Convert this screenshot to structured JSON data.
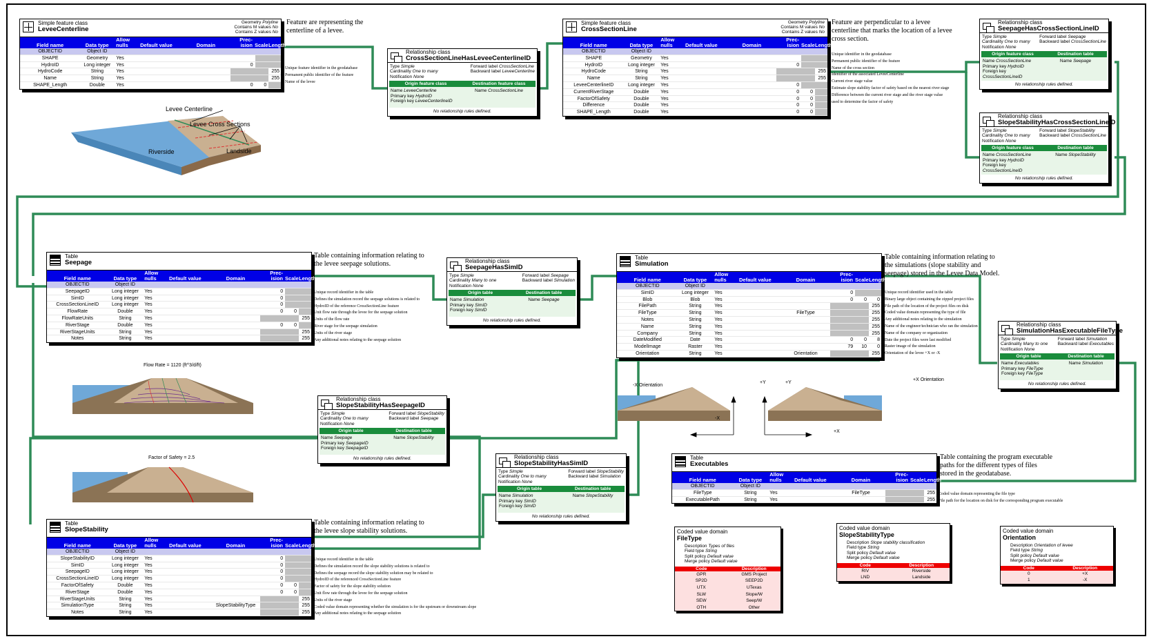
{
  "labels": {
    "simple_feature_class": "Simple feature class",
    "table": "Table",
    "relationship_class": "Relationship class",
    "coded_value_domain": "Coded value domain",
    "geometry": "Geometry",
    "contains_m": "Contains M values",
    "contains_z": "Contains Z values",
    "no": "No",
    "polyline": "Polyline",
    "col_field_name": "Field name",
    "col_data_type": "Data type",
    "col_allow_nulls": "Allow nulls",
    "col_default": "Default value",
    "col_domain": "Domain",
    "col_precision": "Prec-ision",
    "col_scale": "Scale",
    "col_length": "Length",
    "type": "Type",
    "cardinality": "Cardinality",
    "notification": "Notification",
    "forward_label": "Forward label",
    "backward_label": "Backward label",
    "origin_feature_class": "Origin feature class",
    "destination_feature_class": "Destination feature class",
    "origin_table": "Origin table",
    "destination_table": "Destination table",
    "no_rules": "No relationship rules defined.",
    "name": "Name",
    "primary_key": "Primary key",
    "foreign_key": "Foreign key",
    "description": "Description",
    "field_type": "Field type",
    "split_policy": "Split policy",
    "merge_policy": "Merge policy",
    "code": "Code",
    "desc": "Description"
  },
  "levee_centerline": {
    "name": "LeveeCenterline",
    "note": "Feature are representing the centerline of a levee.",
    "rows": [
      [
        "OBJECTID",
        "Object ID",
        "",
        "",
        "",
        "",
        "",
        ""
      ],
      [
        "SHAPE",
        "Geometry",
        "Yes",
        "",
        "",
        "",
        "",
        ""
      ],
      [
        "HydroID",
        "Long integer",
        "Yes",
        "",
        "",
        "0",
        "",
        ""
      ],
      [
        "HydroCode",
        "String",
        "Yes",
        "",
        "",
        "",
        "",
        "255"
      ],
      [
        "Name",
        "String",
        "Yes",
        "",
        "",
        "",
        "",
        "255"
      ],
      [
        "SHAPE_Length",
        "Double",
        "Yes",
        "",
        "",
        "0",
        "0",
        ""
      ]
    ],
    "desc": [
      "",
      "",
      "Unique feature identifier in the geodatabase",
      "Permanent public identifier of the feature",
      "Name of the levee",
      ""
    ]
  },
  "cross_section_line": {
    "name": "CrossSectionLine",
    "note": "Feature are perpendicular to a levee centerline that marks the location of a levee cross section.",
    "rows": [
      [
        "OBJECTID",
        "Object ID",
        "",
        "",
        "",
        "",
        "",
        ""
      ],
      [
        "SHAPE",
        "Geometry",
        "Yes",
        "",
        "",
        "",
        "",
        ""
      ],
      [
        "HydroID",
        "Long integer",
        "Yes",
        "",
        "",
        "0",
        "",
        ""
      ],
      [
        "HydroCode",
        "String",
        "Yes",
        "",
        "",
        "",
        "",
        "255"
      ],
      [
        "Name",
        "String",
        "Yes",
        "",
        "",
        "",
        "",
        "255"
      ],
      [
        "LeveeCenterlineID",
        "Long integer",
        "Yes",
        "",
        "",
        "0",
        "",
        ""
      ],
      [
        "CurrentRiverStage",
        "Double",
        "Yes",
        "",
        "",
        "0",
        "0",
        ""
      ],
      [
        "FactorOfSafety",
        "Double",
        "Yes",
        "",
        "",
        "0",
        "0",
        ""
      ],
      [
        "Difference",
        "Double",
        "Yes",
        "",
        "",
        "0",
        "0",
        ""
      ],
      [
        "SHAPE_Length",
        "Double",
        "Yes",
        "",
        "",
        "0",
        "0",
        ""
      ]
    ],
    "desc": [
      "",
      "",
      "Unique identifier in the geodatabase",
      "Permanent public identifier of the feature",
      "Name of the cross section",
      "Identifier of the associated LeveeCenterline",
      "Current river stage value",
      "Estimate slope stability factor of safety based on the nearest river stage",
      "Difference between the current river stage and the river stage value",
      "used to determine the factor of safety"
    ]
  },
  "seepage": {
    "name": "Seepage",
    "note": "Table containing information relating to the levee seepage solutions.",
    "rows": [
      [
        "OBJECTID",
        "Object ID",
        "",
        "",
        "",
        "",
        "",
        ""
      ],
      [
        "SeepageID",
        "Long integer",
        "Yes",
        "",
        "",
        "0",
        "",
        ""
      ],
      [
        "SimID",
        "Long integer",
        "Yes",
        "",
        "",
        "0",
        "",
        ""
      ],
      [
        "CrossSectionLineID",
        "Long integer",
        "Yes",
        "",
        "",
        "0",
        "",
        ""
      ],
      [
        "FlowRate",
        "Double",
        "Yes",
        "",
        "",
        "0",
        "0",
        ""
      ],
      [
        "FlowRateUnits",
        "String",
        "Yes",
        "",
        "",
        "",
        "",
        "255"
      ],
      [
        "RiverStage",
        "Double",
        "Yes",
        "",
        "",
        "0",
        "0",
        ""
      ],
      [
        "RiverStageUnits",
        "String",
        "Yes",
        "",
        "",
        "",
        "",
        "255"
      ],
      [
        "Notes",
        "String",
        "Yes",
        "",
        "",
        "",
        "",
        "255"
      ]
    ],
    "desc": [
      "",
      "Unique record identifier in the table",
      "Defines the simulation record the seepage solutions is related to",
      "HydroID of the reference CrossSectionLine feature",
      "Unit flow rate through the levee for the seepage solution",
      "Units of the flow rate",
      "River stage for the seepage simulation",
      "Units of the river stage",
      "Any additional notes relating to the seepage solution"
    ]
  },
  "simulation": {
    "name": "Simulation",
    "note": "Table containing information relating to the simulations (slope stability and seepage) stored in the Levee Data Model.",
    "rows": [
      [
        "OBJECTID",
        "Object ID",
        "",
        "",
        "",
        "",
        "",
        ""
      ],
      [
        "SimID",
        "Long integer",
        "Yes",
        "",
        "",
        "0",
        "",
        ""
      ],
      [
        "Blob",
        "Blob",
        "Yes",
        "",
        "",
        "0",
        "0",
        "0"
      ],
      [
        "FilePath",
        "String",
        "Yes",
        "",
        "",
        "",
        "",
        "255"
      ],
      [
        "FileType",
        "String",
        "Yes",
        "",
        "FileType",
        "",
        "",
        "255"
      ],
      [
        "Notes",
        "String",
        "Yes",
        "",
        "",
        "",
        "",
        "255"
      ],
      [
        "Name",
        "String",
        "Yes",
        "",
        "",
        "",
        "",
        "255"
      ],
      [
        "Company",
        "String",
        "Yes",
        "",
        "",
        "",
        "",
        "255"
      ],
      [
        "DateModified",
        "Date",
        "Yes",
        "",
        "",
        "0",
        "0",
        "8"
      ],
      [
        "ModelImage",
        "Raster",
        "Yes",
        "",
        "",
        "79",
        "10",
        "0"
      ],
      [
        "Orientation",
        "String",
        "Yes",
        "",
        "Orientation",
        "",
        "",
        "255"
      ]
    ],
    "desc": [
      "",
      "Unique record identifier used in the table",
      "Binary large object containing the zipped project files",
      "File path of the location of the project files on disk",
      "Coded value domain representing the type of file",
      "Any additional notes relating to the simulation",
      "Name of the engineer/technician who ran the simulation",
      "Name of the company or organization",
      "Date the project files were last modified",
      "Raster image of the simulation",
      "Orientation of the levee +X or -X"
    ]
  },
  "slope_stability": {
    "name": "SlopeStability",
    "note": "Table containing information relating to the levee slope stability solutions.",
    "rows": [
      [
        "OBJECTID",
        "Object ID",
        "",
        "",
        "",
        "",
        "",
        ""
      ],
      [
        "SlopeStabilityID",
        "Long integer",
        "Yes",
        "",
        "",
        "0",
        "",
        ""
      ],
      [
        "SimID",
        "Long integer",
        "Yes",
        "",
        "",
        "0",
        "",
        ""
      ],
      [
        "SeepageID",
        "Long integer",
        "Yes",
        "",
        "",
        "0",
        "",
        ""
      ],
      [
        "CrossSectionLineID",
        "Long integer",
        "Yes",
        "",
        "",
        "0",
        "",
        ""
      ],
      [
        "FactorOfSafety",
        "Double",
        "Yes",
        "",
        "",
        "0",
        "0",
        ""
      ],
      [
        "RiverStage",
        "Double",
        "Yes",
        "",
        "",
        "0",
        "0",
        ""
      ],
      [
        "RiverStageUnits",
        "String",
        "Yes",
        "",
        "",
        "",
        "",
        "255"
      ],
      [
        "SimulationType",
        "String",
        "Yes",
        "",
        "SlopeStabilityType",
        "",
        "",
        "255"
      ],
      [
        "Notes",
        "String",
        "Yes",
        "",
        "",
        "",
        "",
        "255"
      ]
    ],
    "desc": [
      "",
      "Unique record identifier in the table",
      "Defines the simulation record the slope stability solutions is related to",
      "Defines the seepage record the slope stability solution may be related to",
      "HydroID of the referenced CrossSectionLine feature",
      "Factor of safety for the slope stability solution",
      "Unit flow rate through the levee for the seepage solution",
      "Units of the river stage",
      "Coded value domain representing whether the simulation is for the upstream or downstream slope",
      "Any additional notes relating to the seepage solution"
    ]
  },
  "executables": {
    "name": "Executables",
    "note": "Table containing the program executable paths for the different types of files stored in the geodatabase.",
    "rows": [
      [
        "OBJECTID",
        "Object ID",
        "",
        "",
        "",
        "",
        "",
        ""
      ],
      [
        "FileType",
        "String",
        "Yes",
        "",
        "FileType",
        "",
        "",
        "255"
      ],
      [
        "ExecutablePath",
        "String",
        "Yes",
        "",
        "",
        "",
        "",
        "255"
      ]
    ],
    "desc": [
      "",
      "Coded value domain representing the file type",
      "File path for the location on disk for the corresponding program executable"
    ]
  },
  "rel1": {
    "name": "CrossSectionLineHasLeveeCenterlineID",
    "type": "Simple",
    "card": "One to many",
    "notif": "None",
    "fwd": "CrossSectionLine",
    "bwd": "LeveeCenterline",
    "o_name": "LeveeCenterline",
    "o_pk": "HydroID",
    "o_fk": "LeveeCenterlineID",
    "d_name": "CrossSectionLine"
  },
  "rel2": {
    "name": "SeepageHasCrossSectionLineID",
    "type": "Simple",
    "card": "One to many",
    "notif": "None",
    "fwd": "Seepage",
    "bwd": "CrossSectionLine",
    "o_name": "CrossSectionLine",
    "o_pk": "HydroID",
    "o_fk": "CrossSectionLineID",
    "d_name": "Seepage"
  },
  "rel3": {
    "name": "SlopeStabilityHasCrossSectionLineID",
    "type": "Simple",
    "card": "One to many",
    "notif": "None",
    "fwd": "SlopeStability",
    "bwd": "CrossSectionLine",
    "o_name": "CrossSectionLine",
    "o_pk": "HydroID",
    "o_fk": "CrossSectionLineID",
    "d_name": "SlopeStability"
  },
  "rel4": {
    "name": "SeepageHasSimID",
    "type": "Simple",
    "card": "Many to one",
    "notif": "None",
    "fwd": "Seepage",
    "bwd": "Simulation",
    "o_name": "Simulation",
    "o_pk": "SimID",
    "o_fk": "SimID",
    "d_name": "Seepage"
  },
  "rel5": {
    "name": "SimulationHasExecutableFileType",
    "type": "Simple",
    "card": "Many to one",
    "notif": "None",
    "fwd": "Simulation",
    "bwd": "Executables",
    "o_name": "Executables",
    "o_pk": "FileType",
    "o_fk": "FileType",
    "d_name": "Simulation"
  },
  "rel6": {
    "name": "SlopeStabilityHasSeepageID",
    "type": "Simple",
    "card": "One to many",
    "notif": "None",
    "fwd": "SlopeStability",
    "bwd": "Seepage",
    "o_name": "Seepage",
    "o_pk": "SeepageID",
    "o_fk": "SeepageID",
    "d_name": "SlopeStability"
  },
  "rel7": {
    "name": "SlopeStabilityHasSimID",
    "type": "Simple",
    "card": "One to many",
    "notif": "None",
    "fwd": "SlopeStability",
    "bwd": "Simulation",
    "o_name": "Simulation",
    "o_pk": "SimID",
    "o_fk": "SimID",
    "d_name": "SlopeStability"
  },
  "dom_filetype": {
    "name": "FileType",
    "description": "Types of files",
    "field_type": "String",
    "split": "Default value",
    "merge": "Default value",
    "codes": [
      [
        "GPR",
        "GMS Project"
      ],
      [
        "SP2D",
        "SEEP2D"
      ],
      [
        "UTX",
        "UTexas"
      ],
      [
        "SLW",
        "Slope/W"
      ],
      [
        "SEW",
        "Seep/W"
      ],
      [
        "OTH",
        "Other"
      ]
    ]
  },
  "dom_slope": {
    "name": "SlopeStabilityType",
    "description": "Slope stability classification",
    "field_type": "String",
    "split": "Default value",
    "merge": "Default value",
    "codes": [
      [
        "RIV",
        "Riverside"
      ],
      [
        "LND",
        "Landside"
      ]
    ]
  },
  "dom_orient": {
    "name": "Orientation",
    "description": "Orientation of levee",
    "field_type": "String",
    "split": "Default value",
    "merge": "Default value",
    "codes": [
      [
        "0",
        "+X"
      ],
      [
        "1",
        "-X"
      ]
    ]
  },
  "illus": {
    "levee_centerline": "Levee Centerline",
    "levee_cross_sections": "Levee Cross Sections",
    "riverside": "Riverside",
    "landside": "Landside",
    "flow_rate": "Flow Rate = 1120 (ft^3/d/ft)",
    "fos": "Factor of Safety = 2.5",
    "neg_x": "-X Orientation",
    "pos_x": "+X Orientation",
    "plus_y": "+Y",
    "minus_x": "-X",
    "plus_x": "+X"
  },
  "colors": {
    "header_blue": "#0000e6",
    "rel_green": "#1a8c3c",
    "connector": "#2e8b57",
    "domain_red": "#e00000"
  }
}
